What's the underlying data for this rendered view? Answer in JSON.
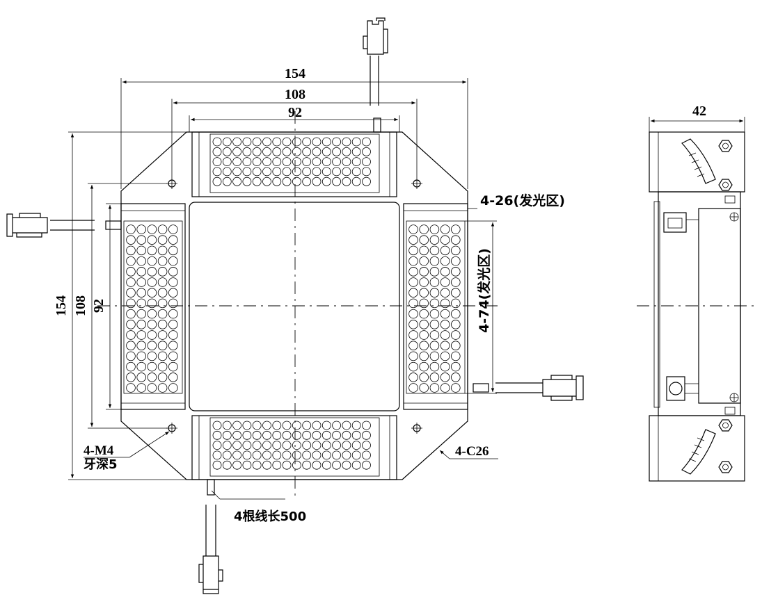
{
  "front_view": {
    "dimensions": {
      "overall_width": "154",
      "mount_width": "108",
      "inner_width": "92",
      "overall_height": "154",
      "mount_height": "108",
      "inner_height": "92"
    },
    "callouts": {
      "emit_width": "4-26(发光区)",
      "emit_length": "4-74(发光区)",
      "chamfer": "4-C26",
      "mount_thread": "4-M4",
      "thread_depth": "牙深5",
      "cable_length": "4根线长500"
    }
  },
  "side_view": {
    "dimensions": {
      "depth": "42"
    }
  },
  "colors": {
    "line": "#000000",
    "background": "#ffffff"
  }
}
